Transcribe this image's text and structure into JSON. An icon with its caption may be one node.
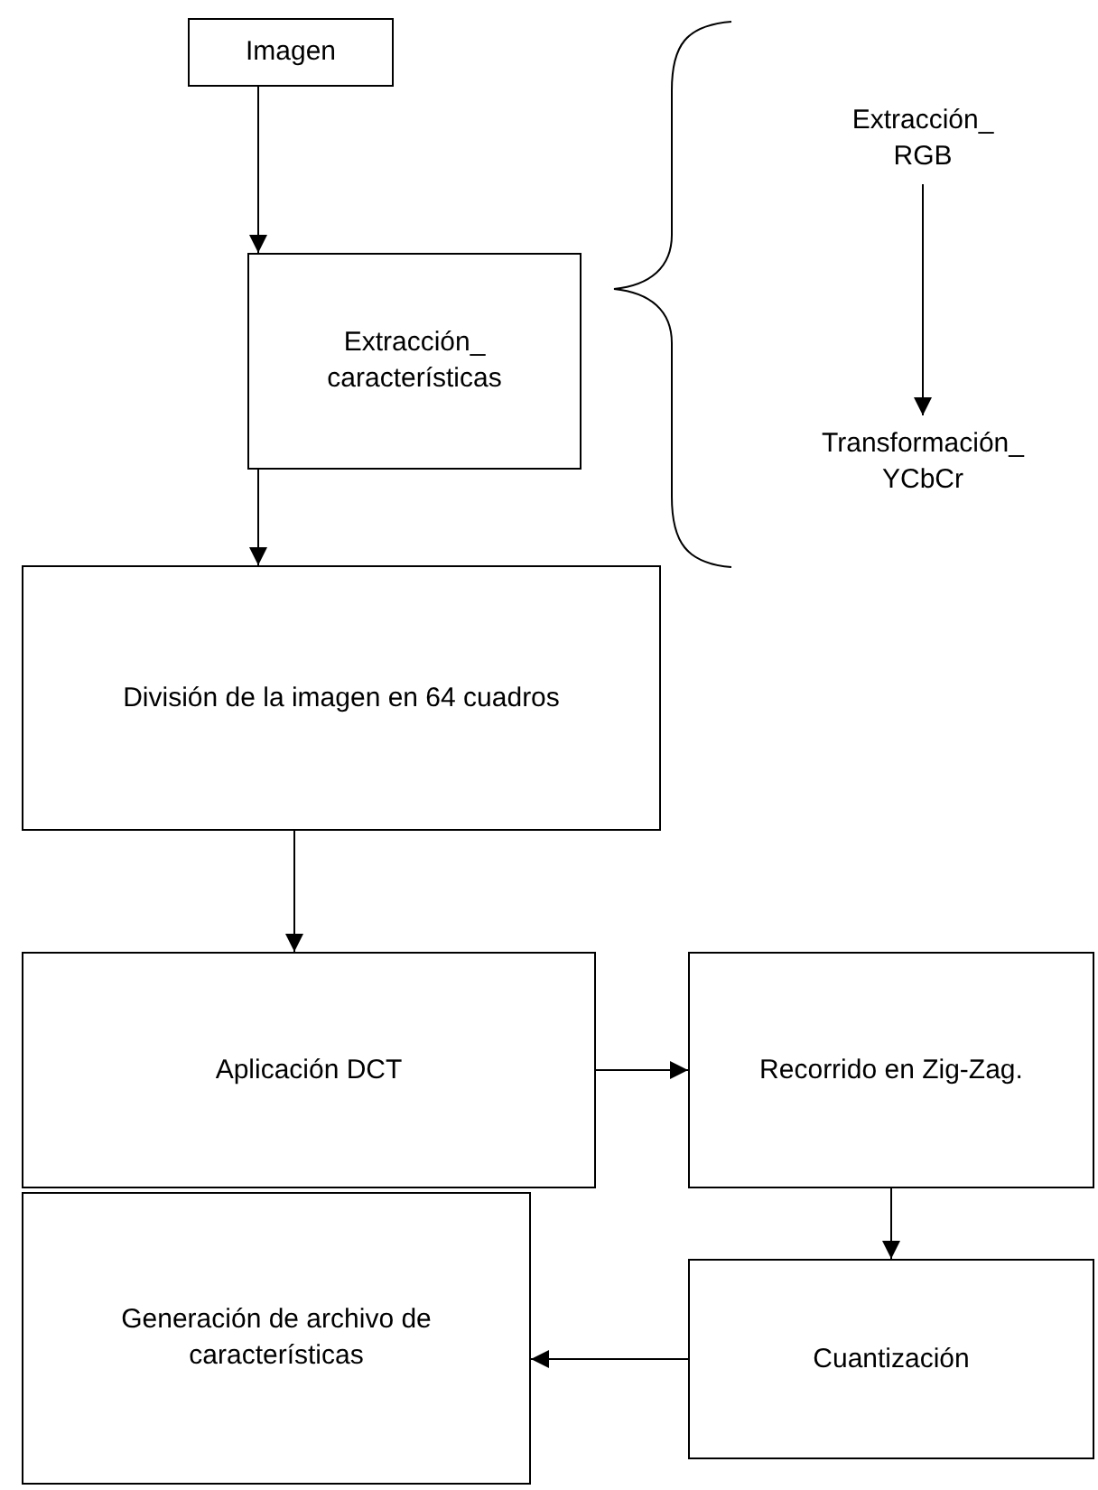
{
  "diagram": {
    "nodes": [
      {
        "text": [
          "Imagen"
        ]
      },
      {
        "text": [
          "Extracción_ características"
        ]
      },
      {
        "text": [
          "Extracción_ RGB"
        ]
      },
      {
        "text": [
          "Transformación_ YCbCr"
        ]
      },
      {
        "text": [
          "División de la imagen en 64 cuadros"
        ]
      },
      {
        "text": [
          "Aplicación DCT"
        ]
      },
      {
        "text": [
          "Recorrido en Zig-Zag."
        ]
      },
      {
        "text": [
          "Generación de archivo de características"
        ]
      },
      {
        "text": [
          "Cuantización"
        ]
      }
    ],
    "edges": [
      {
        "from": 0,
        "to": 1,
        "arrow": "to"
      },
      {
        "from": 2,
        "to": 3,
        "arrow": "to"
      },
      {
        "from": 1,
        "to": 4,
        "arrow": "to"
      },
      {
        "from": 4,
        "to": 5,
        "arrow": "to"
      },
      {
        "from": 5,
        "to": 6,
        "arrow": "to"
      },
      {
        "from": 6,
        "to": 8,
        "arrow": "to"
      },
      {
        "from": 8,
        "to": 7,
        "arrow": "to"
      }
    ]
  }
}
